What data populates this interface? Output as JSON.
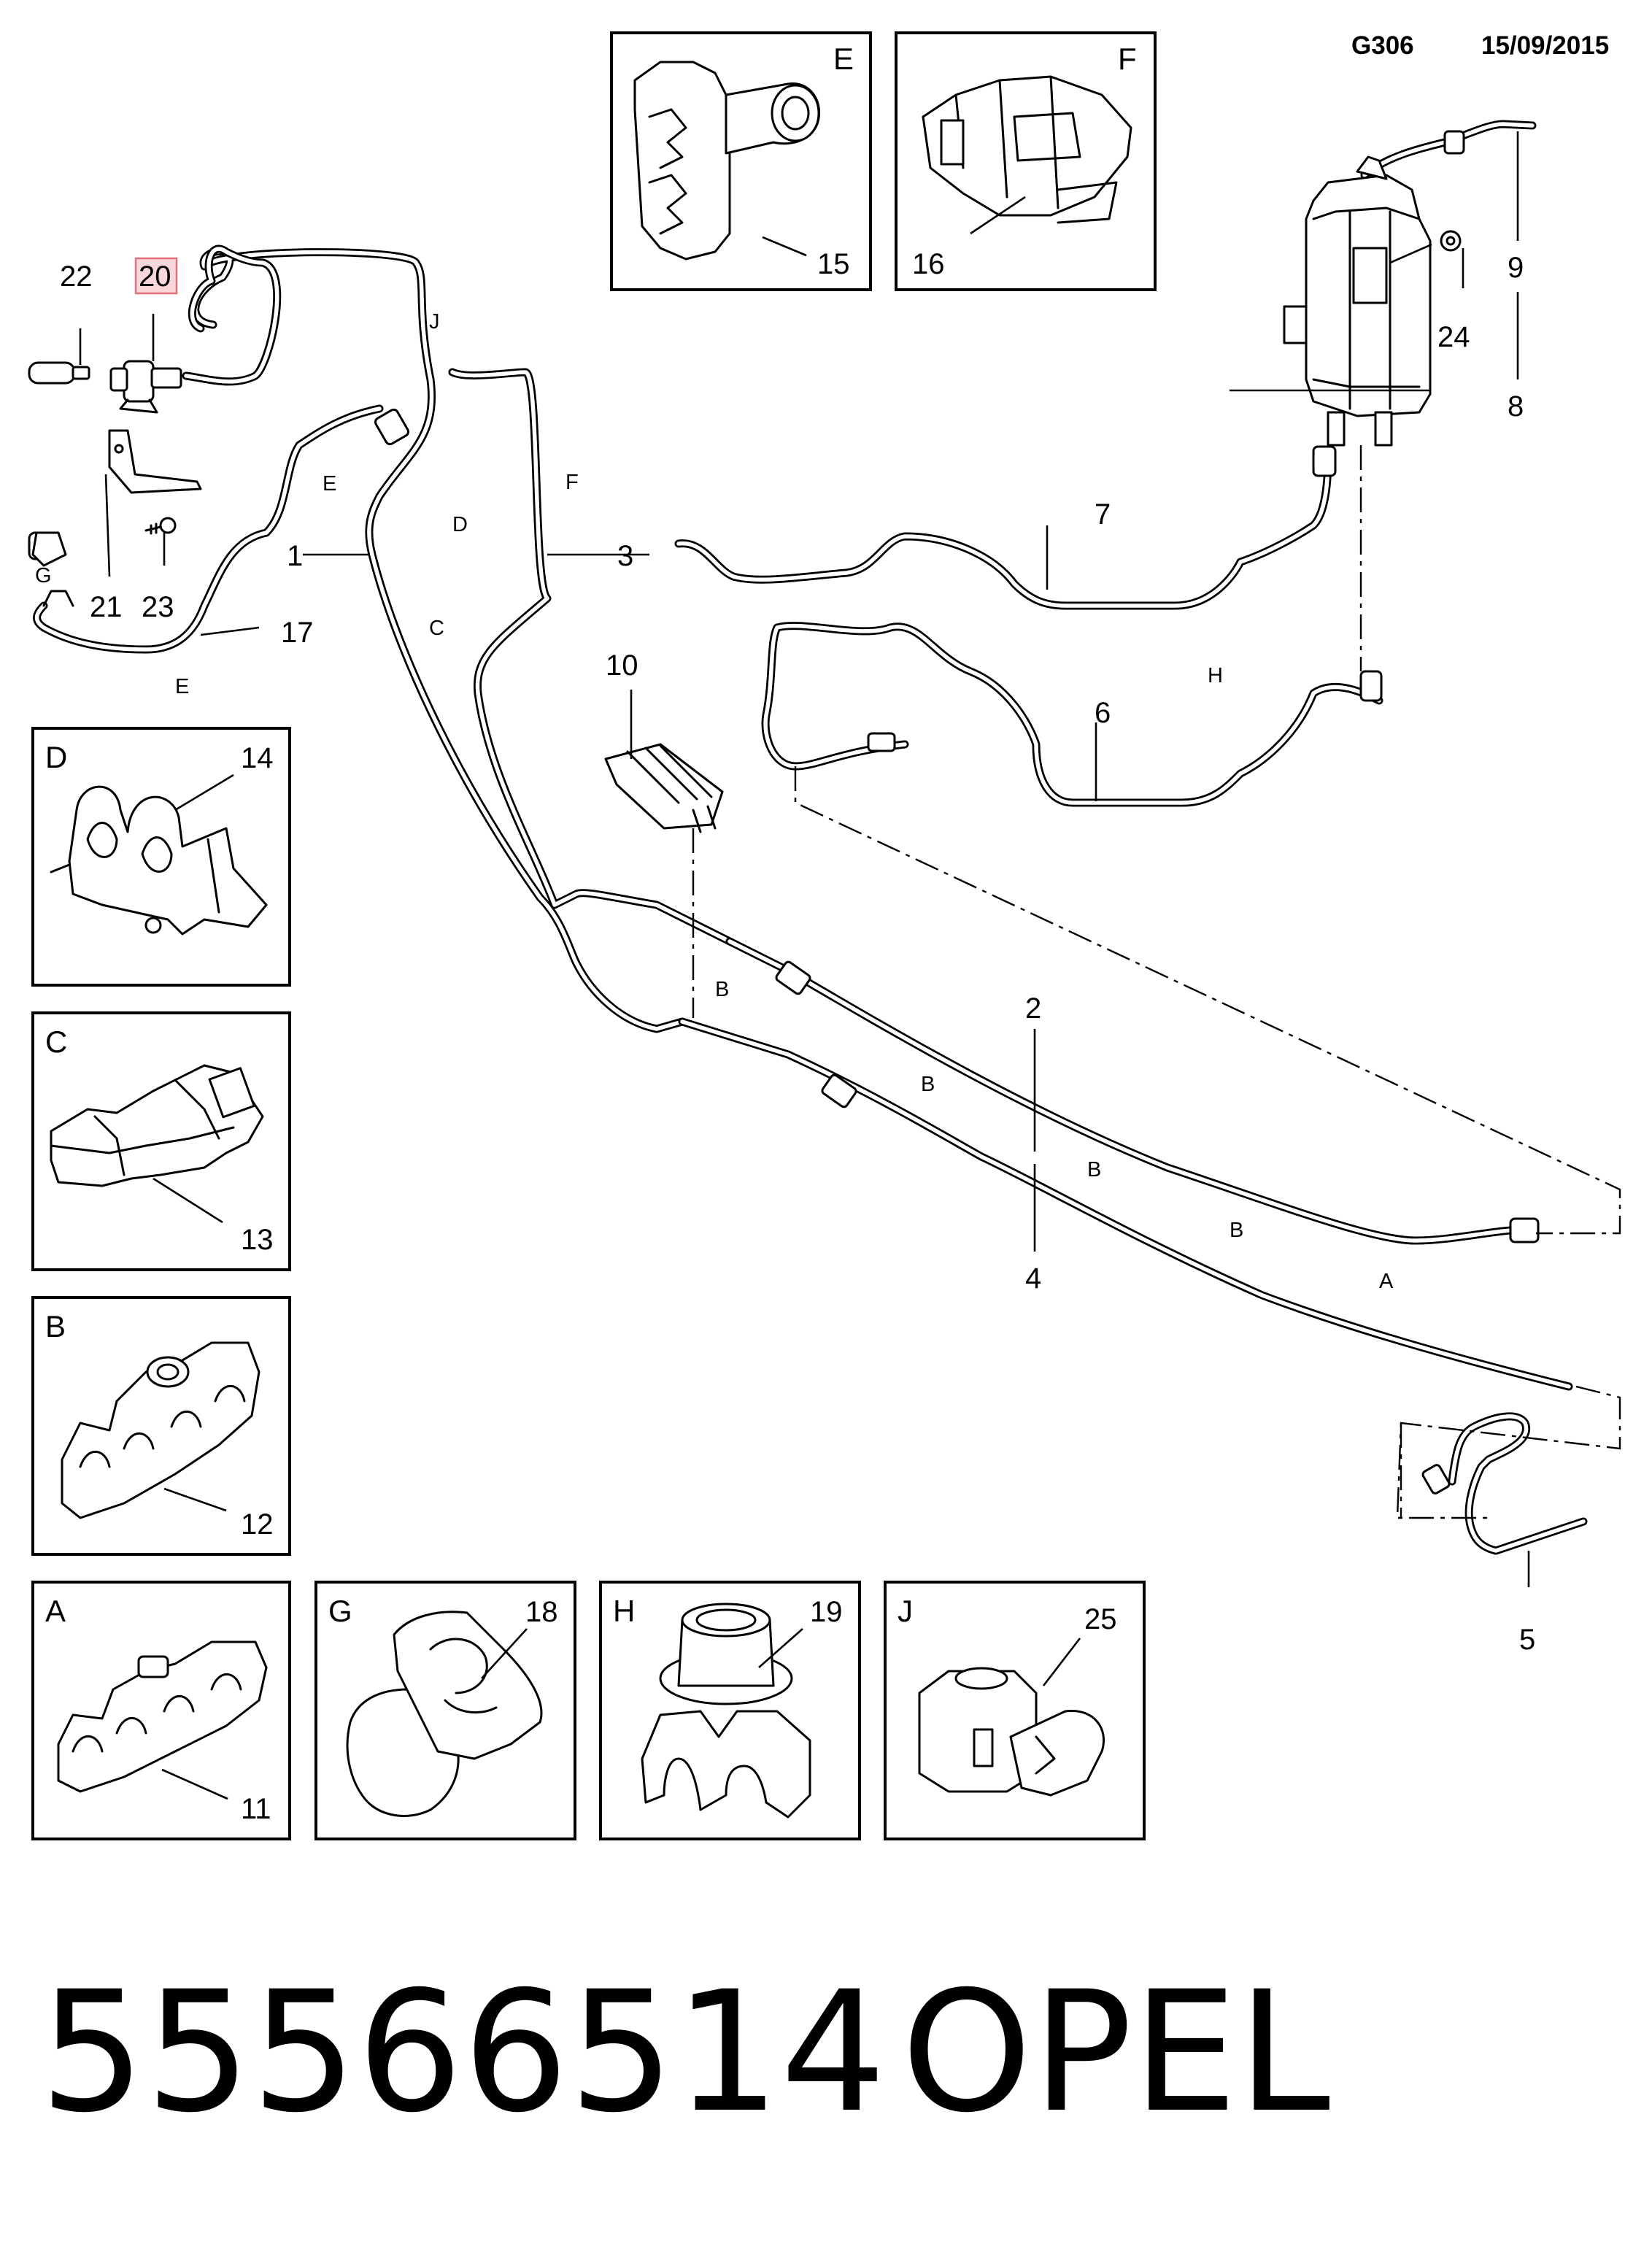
{
  "header": {
    "code": "G306",
    "date": "15/09/2015"
  },
  "footer": {
    "part_number": "55566514",
    "brand": "OPEL"
  },
  "highlighted_callout": "20",
  "callouts": [
    "1",
    "2",
    "3",
    "4",
    "5",
    "6",
    "7",
    "8",
    "9",
    "10",
    "11",
    "12",
    "13",
    "14",
    "15",
    "16",
    "17",
    "18",
    "19",
    "20",
    "21",
    "22",
    "23",
    "24",
    "25"
  ],
  "route_letters": [
    "A",
    "B",
    "C",
    "D",
    "E",
    "F",
    "G",
    "H",
    "J"
  ],
  "detail_boxes": [
    {
      "letter": "E",
      "part": "15"
    },
    {
      "letter": "F",
      "part": "16"
    },
    {
      "letter": "D",
      "part": "14"
    },
    {
      "letter": "C",
      "part": "13"
    },
    {
      "letter": "B",
      "part": "12"
    },
    {
      "letter": "A",
      "part": "11"
    },
    {
      "letter": "G",
      "part": "18"
    },
    {
      "letter": "H",
      "part": "19"
    },
    {
      "letter": "J",
      "part": "25"
    }
  ]
}
